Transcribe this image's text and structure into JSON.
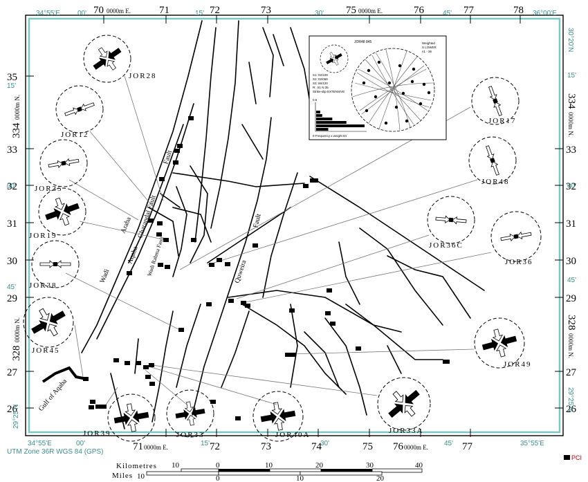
{
  "top_grid_labels": [
    "70",
    "71",
    "72",
    "73",
    "75",
    "76",
    "77",
    "78"
  ],
  "top_grid_suffix": "0000m E.",
  "top_geo_labels": [
    "34°55'E",
    "00'",
    "15'",
    "30'",
    "45'",
    "36°00'E"
  ],
  "bottom_grid_labels": [
    "71",
    "72",
    "73",
    "74",
    "75",
    "76",
    "77"
  ],
  "bottom_grid_suffix": "0000m E.",
  "bottom_geo_labels": [
    "34°55'E",
    "00'",
    "15'",
    "30'",
    "45'",
    "35°55'E"
  ],
  "left_grid_labels": [
    "35",
    "33",
    "32",
    "31",
    "30",
    "29",
    "27",
    "26"
  ],
  "left_big_grid_1": "334",
  "left_big_grid_2": "328",
  "big_grid_suffix": "0000m N.",
  "left_geo_labels": [
    "15'",
    "00'",
    "45'",
    "29°25'N"
  ],
  "right_grid_labels": [
    "33",
    "32",
    "31",
    "30",
    "29",
    "27",
    "26"
  ],
  "right_big_grid_1": "334",
  "right_big_grid_2": "328",
  "right_geo_labels": [
    "30°20'N",
    "15'",
    "00'",
    "45'",
    "29°25'N"
  ],
  "site_labels": [
    "JOR28",
    "JOR12",
    "JOR35",
    "JOR19",
    "JOR38",
    "JOR45",
    "JOR39",
    "JOR33",
    "JOR40A",
    "JOR33A",
    "JOR49",
    "JOR36",
    "JOR36C",
    "JOR48",
    "JOR17"
  ],
  "fault_labels": [
    "Wadi",
    "Araba",
    "Aqaba",
    "Gharandal Fault",
    "Wadi Rahma Fault",
    "Fault",
    "Quweira",
    "Fault"
  ],
  "gulf_label": "Gulf of Aqaba",
  "inset": {
    "title": "JOR48  845",
    "weight_text": [
      "Weighted",
      "S LOWER",
      "n1 - 36"
    ],
    "stats": [
      "S1: 02/109",
      "S2: 02/068",
      "S3: 66/120",
      "R: .51 N.35",
      "Strike-slip EXTENSIVE"
    ],
    "histogram_label": "0   Frequency x weight   94",
    "histogram_top": "0.5",
    "histogram_values": [
      2,
      3,
      8,
      15,
      24,
      6
    ]
  },
  "projection": "UTM Zone 36R WGS 84 (GPS)",
  "scale_km_label": "Kilometres",
  "scale_km_ticks": [
    "10",
    "0",
    "10",
    "20",
    "30",
    "40"
  ],
  "scale_mi_label": "Miles",
  "scale_mi_ticks": [
    "10",
    "0",
    "10",
    "20"
  ],
  "logo": "PCI"
}
